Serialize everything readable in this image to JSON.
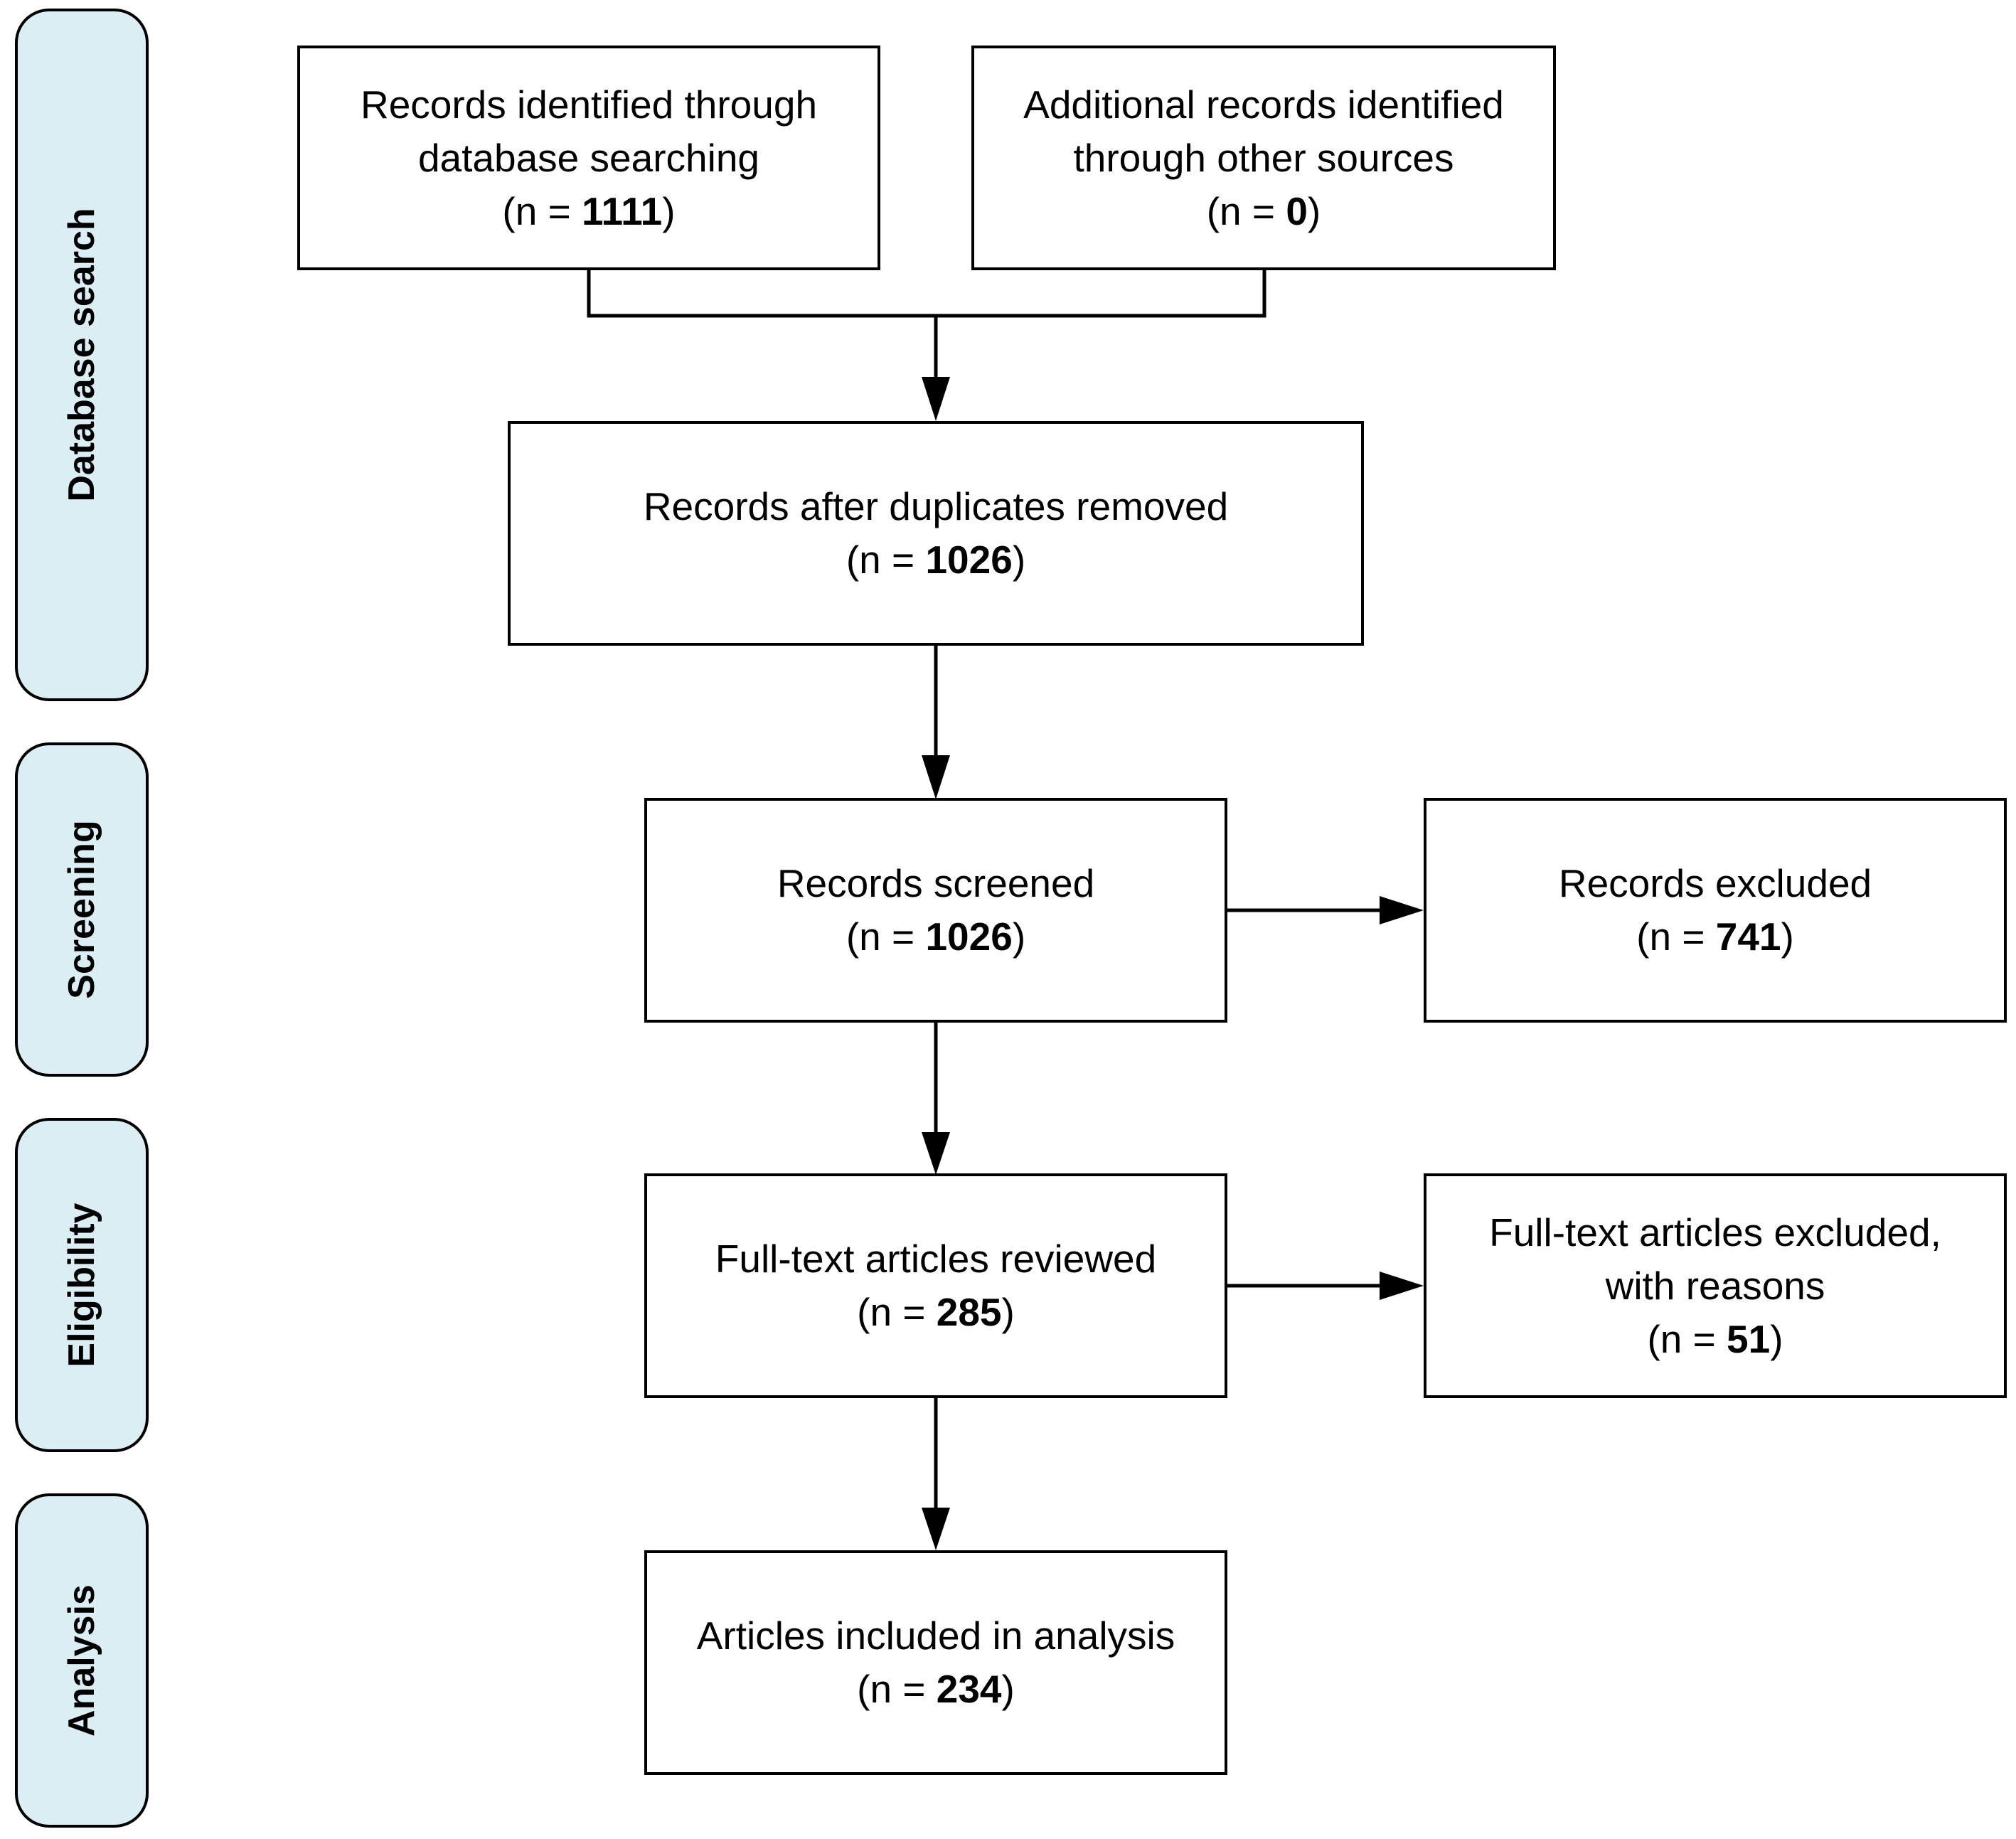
{
  "phases": {
    "database_search": "Database search",
    "screening": "Screening",
    "eligibility": "Eligibility",
    "analysis": "Analysis"
  },
  "boxes": {
    "identified_db": {
      "lines": [
        "Records identified through",
        "database searching"
      ],
      "n_prefix": "(n = ",
      "n_value": "1111",
      "n_suffix": ")"
    },
    "identified_other": {
      "lines": [
        "Additional records identified",
        "through other sources"
      ],
      "n_prefix": "(n = ",
      "n_value": "0",
      "n_suffix": ")"
    },
    "after_duplicates": {
      "lines": [
        "Records after duplicates removed"
      ],
      "n_prefix": "(n = ",
      "n_value": "1026",
      "n_suffix": ")"
    },
    "screened": {
      "lines": [
        "Records screened"
      ],
      "n_prefix": "(n = ",
      "n_value": "1026",
      "n_suffix": ")"
    },
    "excluded": {
      "lines": [
        "Records excluded"
      ],
      "n_prefix": "(n = ",
      "n_value": "741",
      "n_suffix": ")"
    },
    "fulltext_reviewed": {
      "lines": [
        "Full-text articles reviewed"
      ],
      "n_prefix": "(n = ",
      "n_value": "285",
      "n_suffix": ")"
    },
    "fulltext_excluded": {
      "lines": [
        "Full-text articles excluded,",
        "with reasons"
      ],
      "n_prefix": "(n = ",
      "n_value": "51",
      "n_suffix": ")"
    },
    "included": {
      "lines": [
        "Articles included in analysis"
      ],
      "n_prefix": "(n = ",
      "n_value": "234",
      "n_suffix": ")"
    }
  },
  "colors": {
    "phase_fill": "#dbeef3",
    "stroke": "#000000"
  }
}
